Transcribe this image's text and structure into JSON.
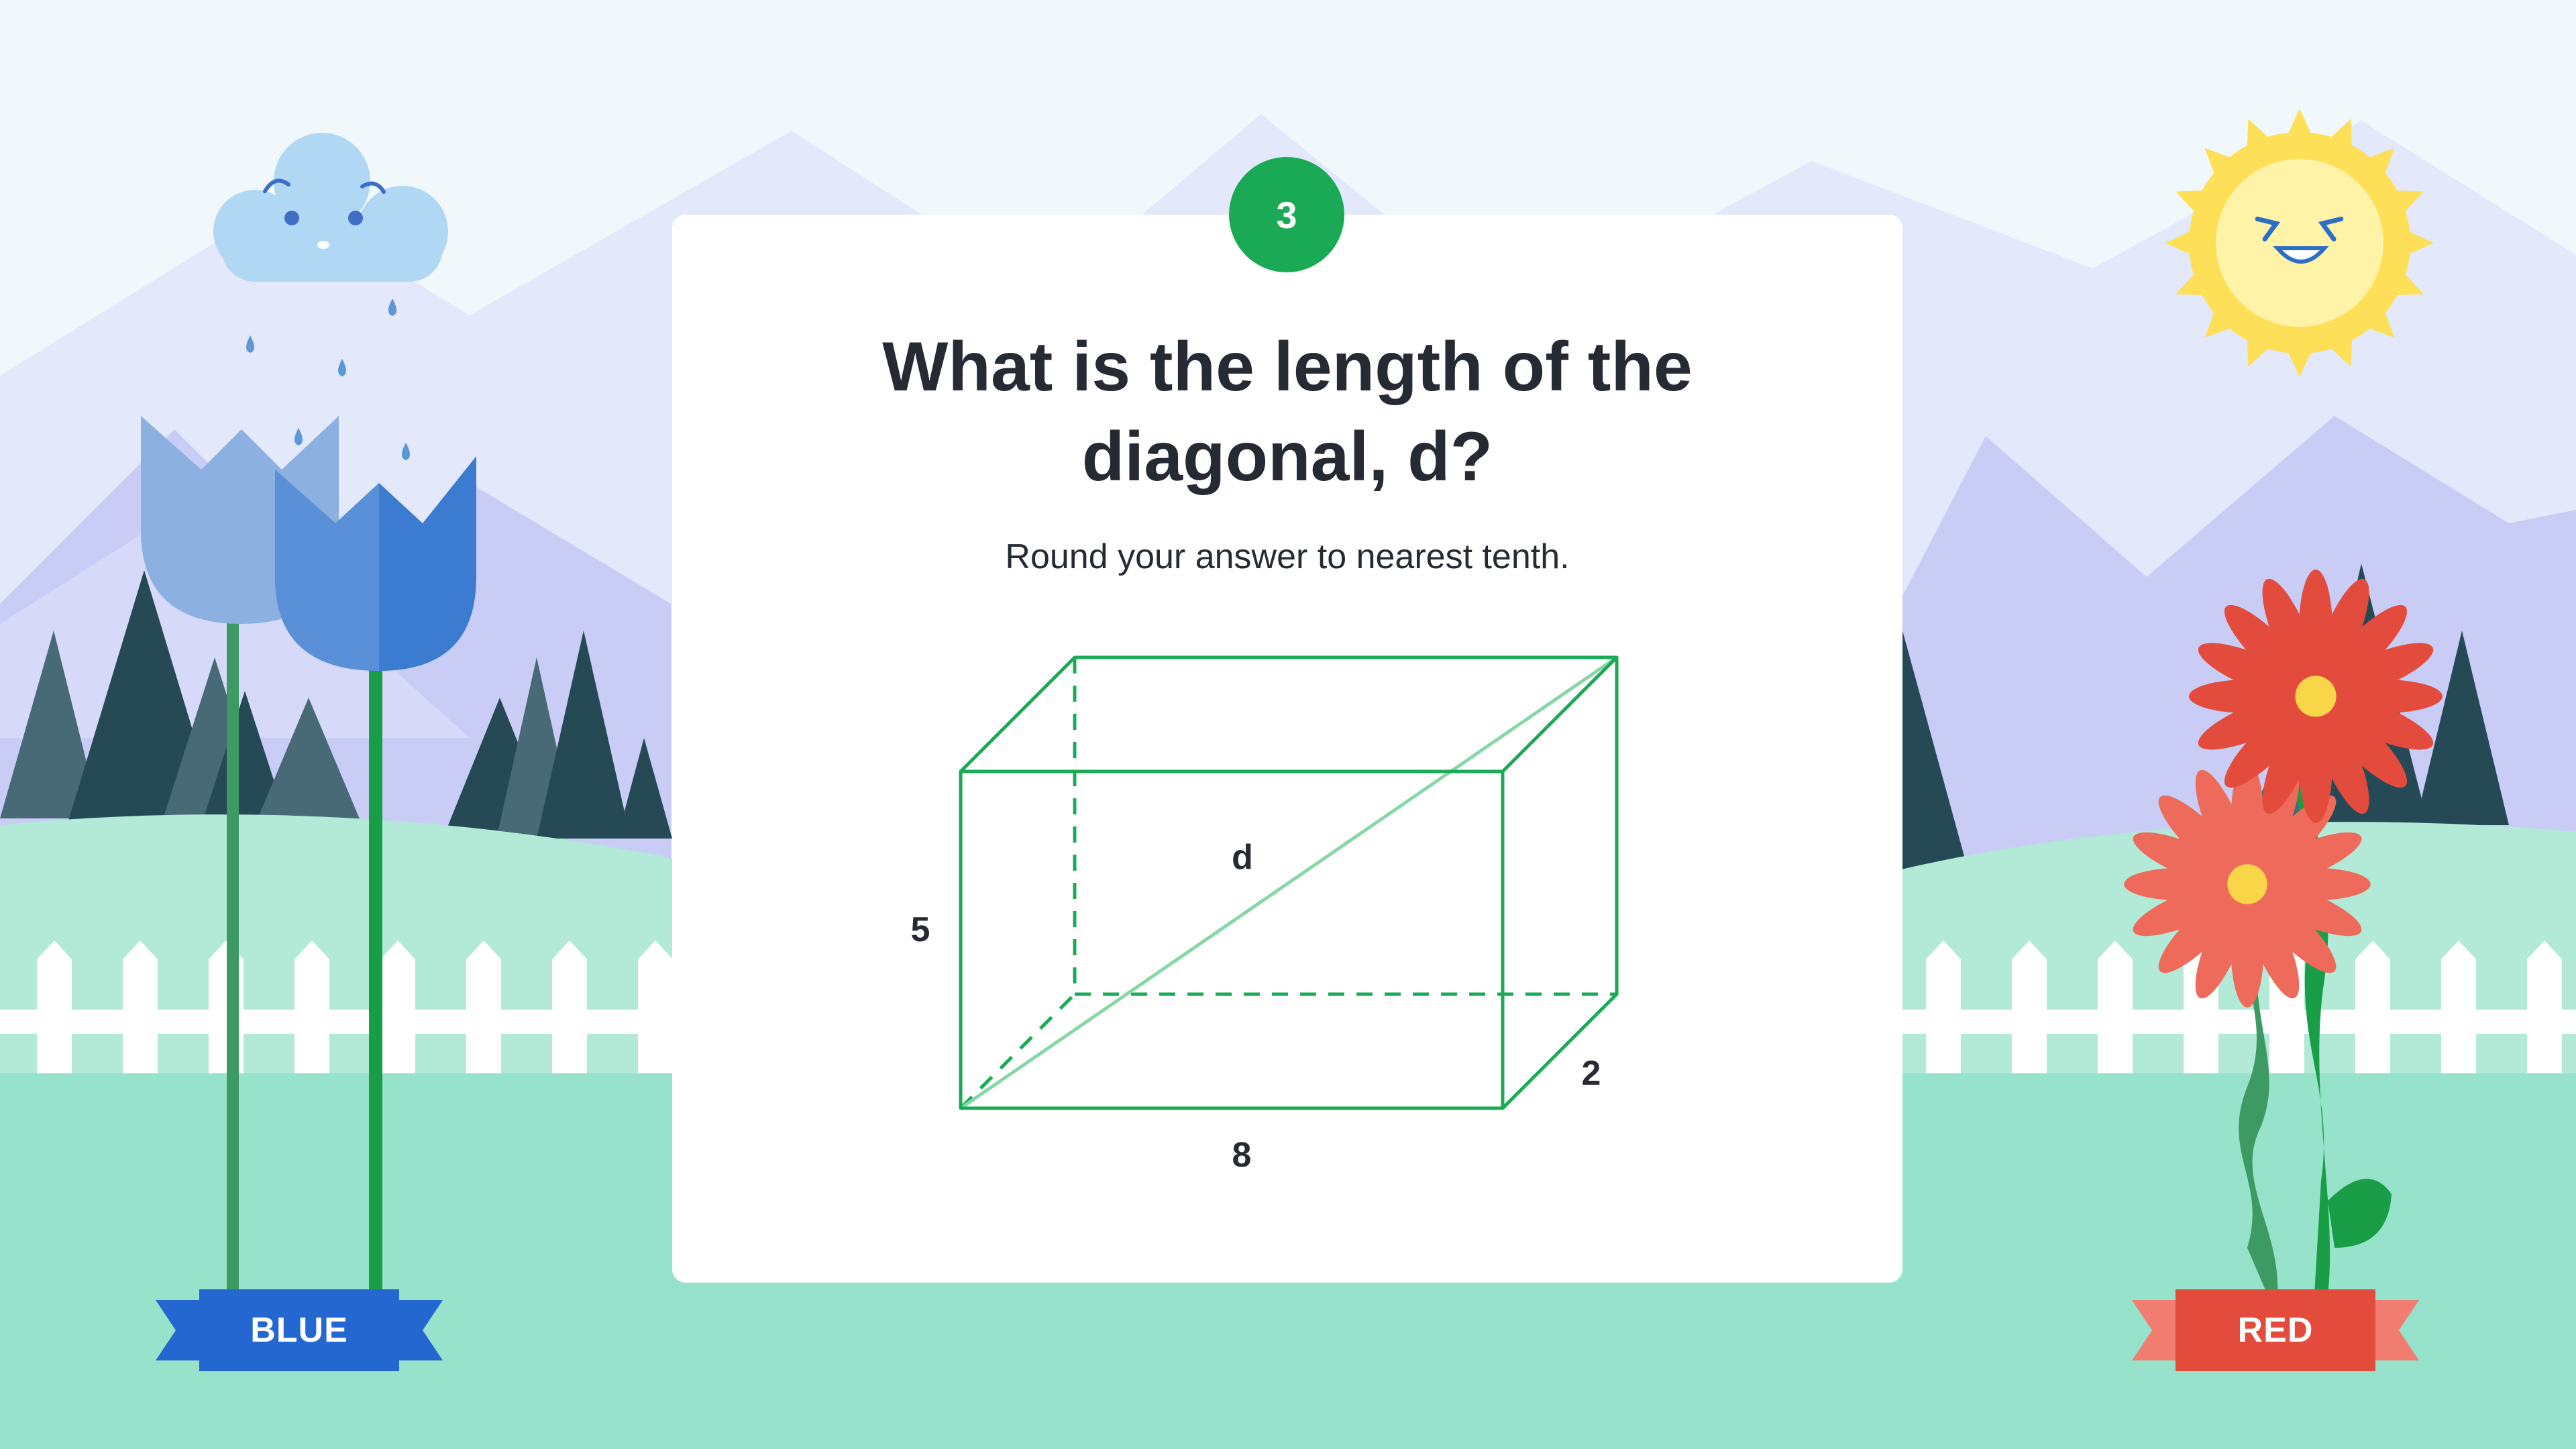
{
  "question": {
    "number": "3",
    "title": "What is the length of the diagonal, d?",
    "instruction": "Round your answer to nearest tenth."
  },
  "figure": {
    "height_label": "5",
    "length_label": "8",
    "width_label": "2",
    "diagonal_label": "d"
  },
  "teams": {
    "left": {
      "label": "BLUE",
      "color": "#2467d0"
    },
    "right": {
      "label": "RED",
      "color": "#e34b3c"
    }
  },
  "colors": {
    "accent": "#1aaa55",
    "figure_stroke": "#1aaa55",
    "diagonal": "#86d7a6"
  }
}
